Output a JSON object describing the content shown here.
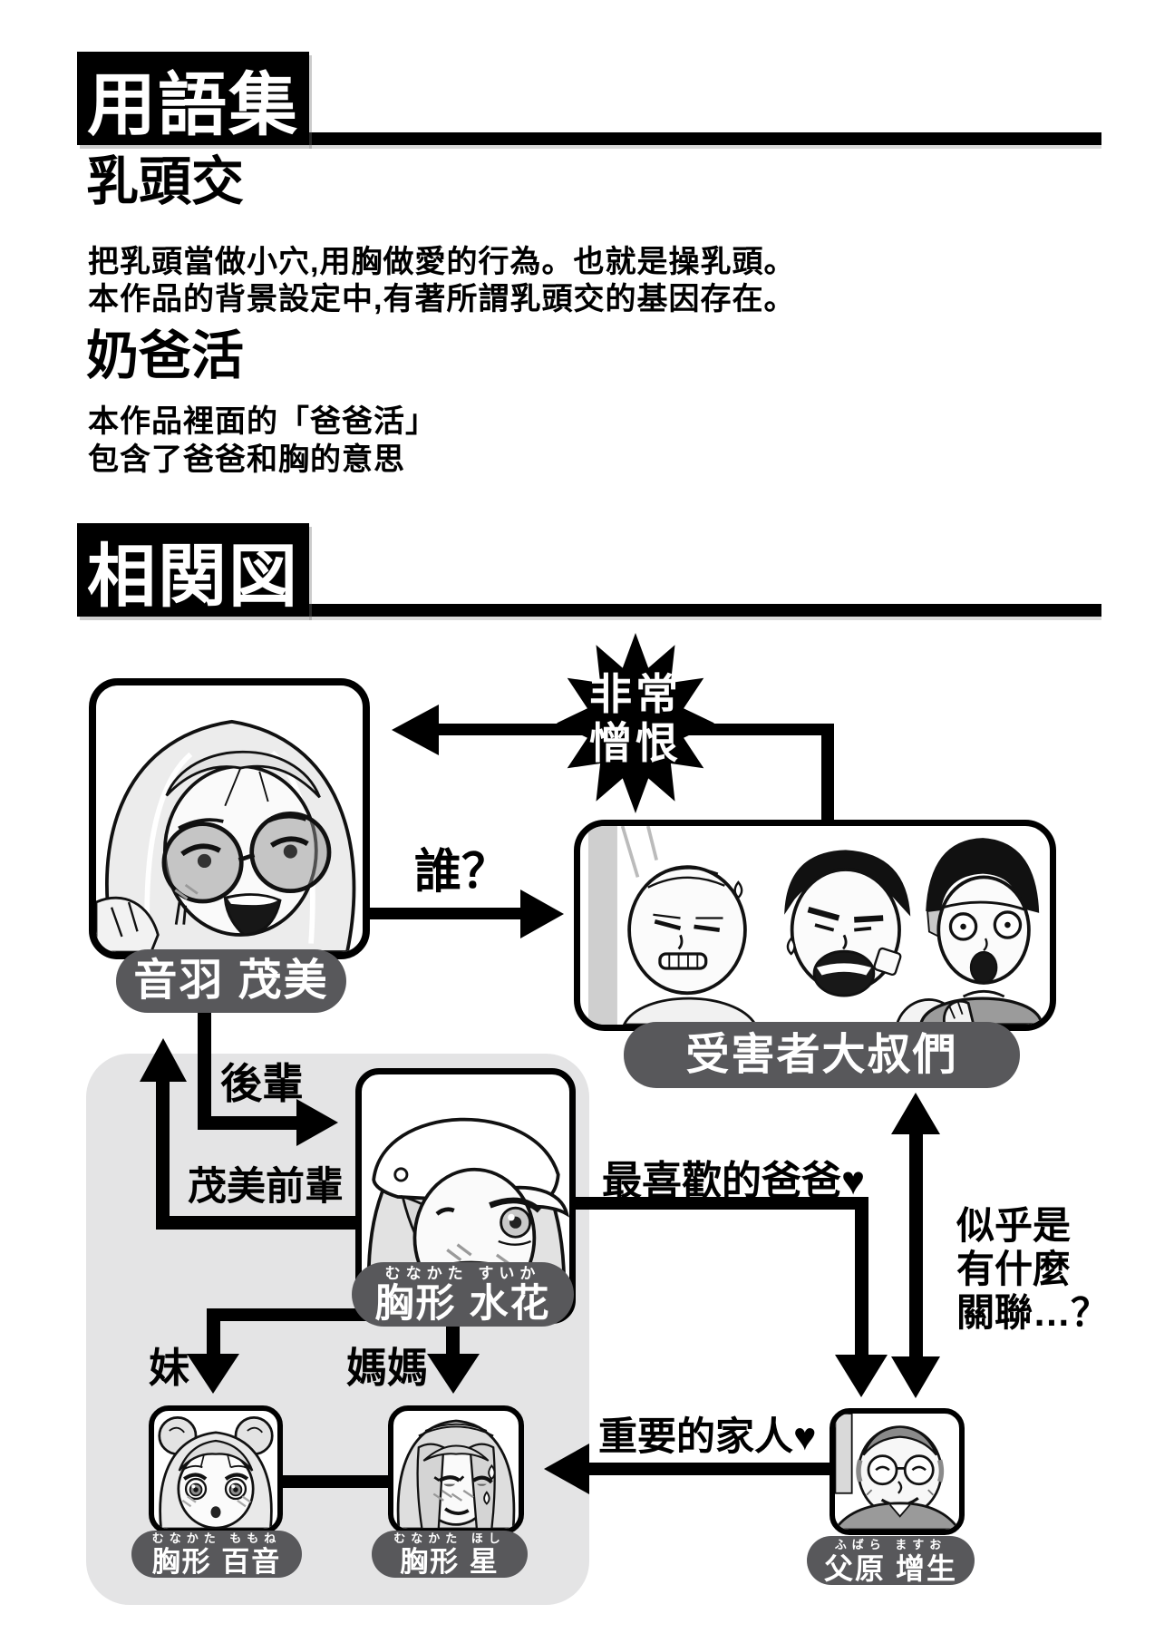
{
  "glossary": {
    "header": "用語集",
    "terms": [
      {
        "title": "乳頭交",
        "lines": [
          "把乳頭當做小穴,用胸做愛的行為。也就是操乳頭。",
          "本作品的背景設定中,有著所謂乳頭交的基因存在。"
        ]
      },
      {
        "title": "奶爸活",
        "lines": [
          "本作品裡面的「爸爸活」",
          "包含了爸爸和胸的意思"
        ]
      }
    ]
  },
  "diagram": {
    "header": "相関図",
    "burst": {
      "lines": [
        "非常",
        "憎恨"
      ]
    },
    "relations": {
      "who": "誰？",
      "kouhai": "後輩",
      "senpai": "茂美前輩",
      "favorite_papa": "最喜歡的爸爸♥",
      "connection": [
        "似乎是",
        "有什麼",
        "關聯…？"
      ],
      "family": "重要的家人♥",
      "sister": "妹",
      "mother": "媽媽"
    },
    "characters": [
      {
        "id": "otowa-shigemi",
        "name": "音羽 茂美",
        "furigana": ""
      },
      {
        "id": "victim-uncles",
        "name": "受害者大叔們",
        "furigana": ""
      },
      {
        "id": "munakata-suika",
        "name": "胸形 水花",
        "furigana": "むなかた すいか"
      },
      {
        "id": "munakata-momone",
        "name": "胸形 百音",
        "furigana": "むなかた ももね"
      },
      {
        "id": "munakata-hoshi",
        "name": "胸形 星",
        "furigana": "むなかた ほし"
      },
      {
        "id": "fubara-masuo",
        "name": "父原 增生",
        "furigana": "ふばら ますお"
      }
    ],
    "colors": {
      "pill": "#58585b",
      "panel": "#e4e4e5",
      "ink": "#000000"
    }
  }
}
